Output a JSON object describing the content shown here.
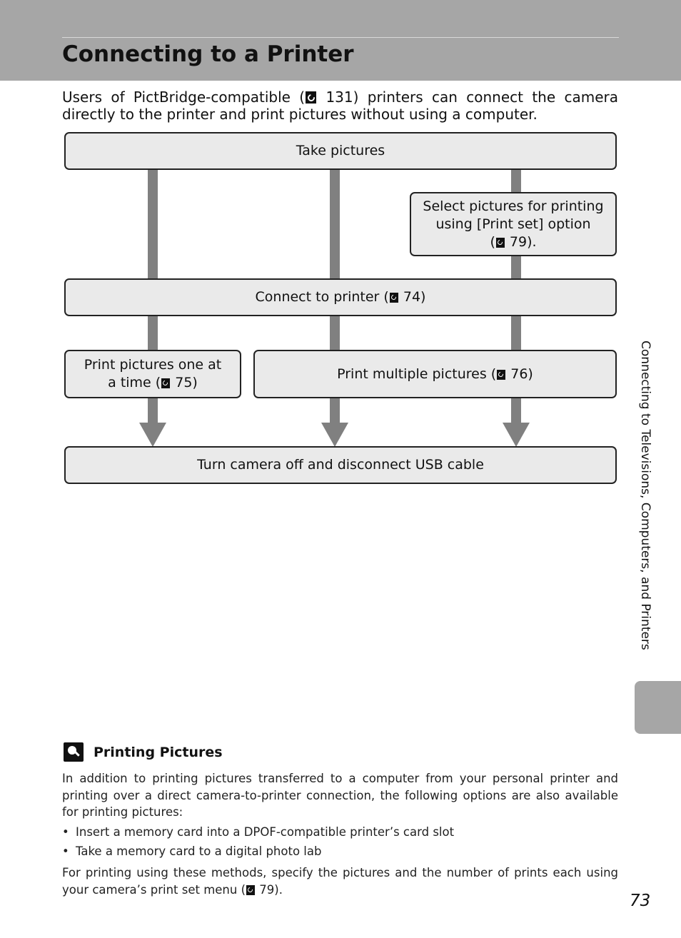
{
  "header": {
    "title": "Connecting to a Printer"
  },
  "intro": {
    "before_ref": "Users of PictBridge-compatible (",
    "ref_page": " 131) printers can connect the camera directly to the printer and print pictures without using a computer."
  },
  "flowchart": {
    "take_pictures": "Take pictures",
    "select_pictures": {
      "line1": "Select pictures for printing",
      "line2": "using [Print set] option",
      "line3_before": "(",
      "line3_after": " 79)."
    },
    "connect": {
      "before": "Connect to printer (",
      "after": " 74)"
    },
    "print_one": {
      "line1": "Print pictures one at",
      "line2_before": "a time (",
      "line2_after": " 75)"
    },
    "print_multiple": {
      "before": "Print multiple pictures (",
      "after": " 76)"
    },
    "turn_off": "Turn camera off and disconnect USB cable"
  },
  "side_tab": {
    "label": "Connecting to Televisions, Computers, and Printers"
  },
  "note": {
    "title": "Printing Pictures",
    "paragraph1": "In addition to printing pictures transferred to a computer from your personal printer and printing over a direct camera-to-printer connection, the following options are also available for printing pictures:",
    "bullets": [
      "Insert a memory card into a DPOF-compatible printer’s card slot",
      "Take a memory card to a digital photo lab"
    ],
    "paragraph2_before": "For printing using these methods, specify the pictures and the number of prints each using your camera’s print set menu (",
    "paragraph2_after": " 79)."
  },
  "footer": {
    "page_number": "73"
  },
  "icons": {
    "reference": "reference-page-icon",
    "note": "tips-note-icon"
  },
  "colors": {
    "header_band": "#a6a6a6",
    "box_fill": "#eaeaea",
    "arrow": "#808080"
  }
}
